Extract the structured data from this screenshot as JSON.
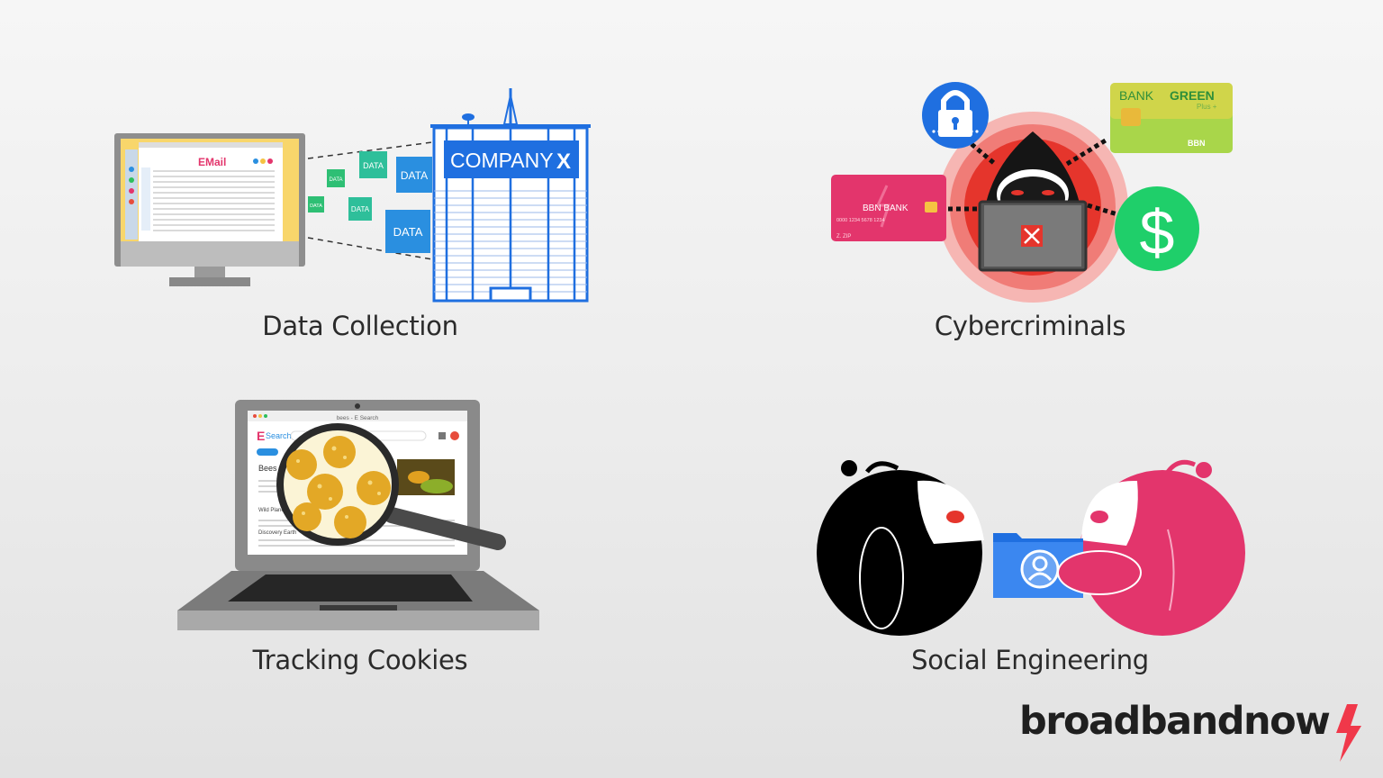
{
  "panels": {
    "data_collection": {
      "caption": "Data Collection",
      "email_logo": "EMail",
      "company_label": "COMPANY",
      "company_mark": "X",
      "data_tag": "DATA"
    },
    "cybercriminals": {
      "caption": "Cybercriminals",
      "card_red": {
        "bank": "BBN BANK",
        "number": "0000 1234 5678 1234",
        "zip": "Z. ZIP",
        "color": "#e3356c"
      },
      "card_green": {
        "bank": "BANK",
        "brand": "GREEN",
        "tier": "Plus +",
        "footer": "BBN",
        "color": "#a9d64a"
      },
      "lock_icon_color": "#1f6fe0",
      "dollar_icon_color": "#1fcf6a",
      "dollar_symbol": "$"
    },
    "tracking_cookies": {
      "caption": "Tracking Cookies",
      "browser_title": "bees - E Search",
      "search_logo": "E",
      "search_logo_text": "Search",
      "result_title": "Bees",
      "section_wild": "Wild Planet",
      "section_discovery": "Discovery Earth"
    },
    "social_engineering": {
      "caption": "Social Engineering",
      "left_color": "#000000",
      "right_color": "#e3356c",
      "folder_color": "#1f6fe0"
    }
  },
  "brand": {
    "name": "broadbandnow",
    "accent": "#f0384a"
  }
}
